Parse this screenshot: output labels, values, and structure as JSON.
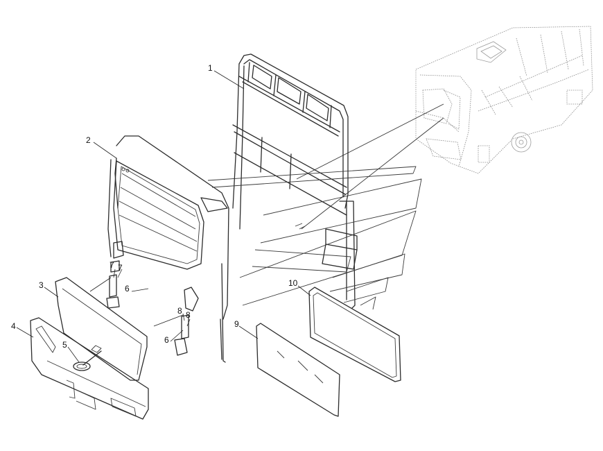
{
  "callouts": [
    "1",
    "2",
    "3",
    "4",
    "5",
    "6",
    "7",
    "8",
    "9",
    "10"
  ],
  "extra_callouts": [
    "6",
    "7",
    "8"
  ]
}
